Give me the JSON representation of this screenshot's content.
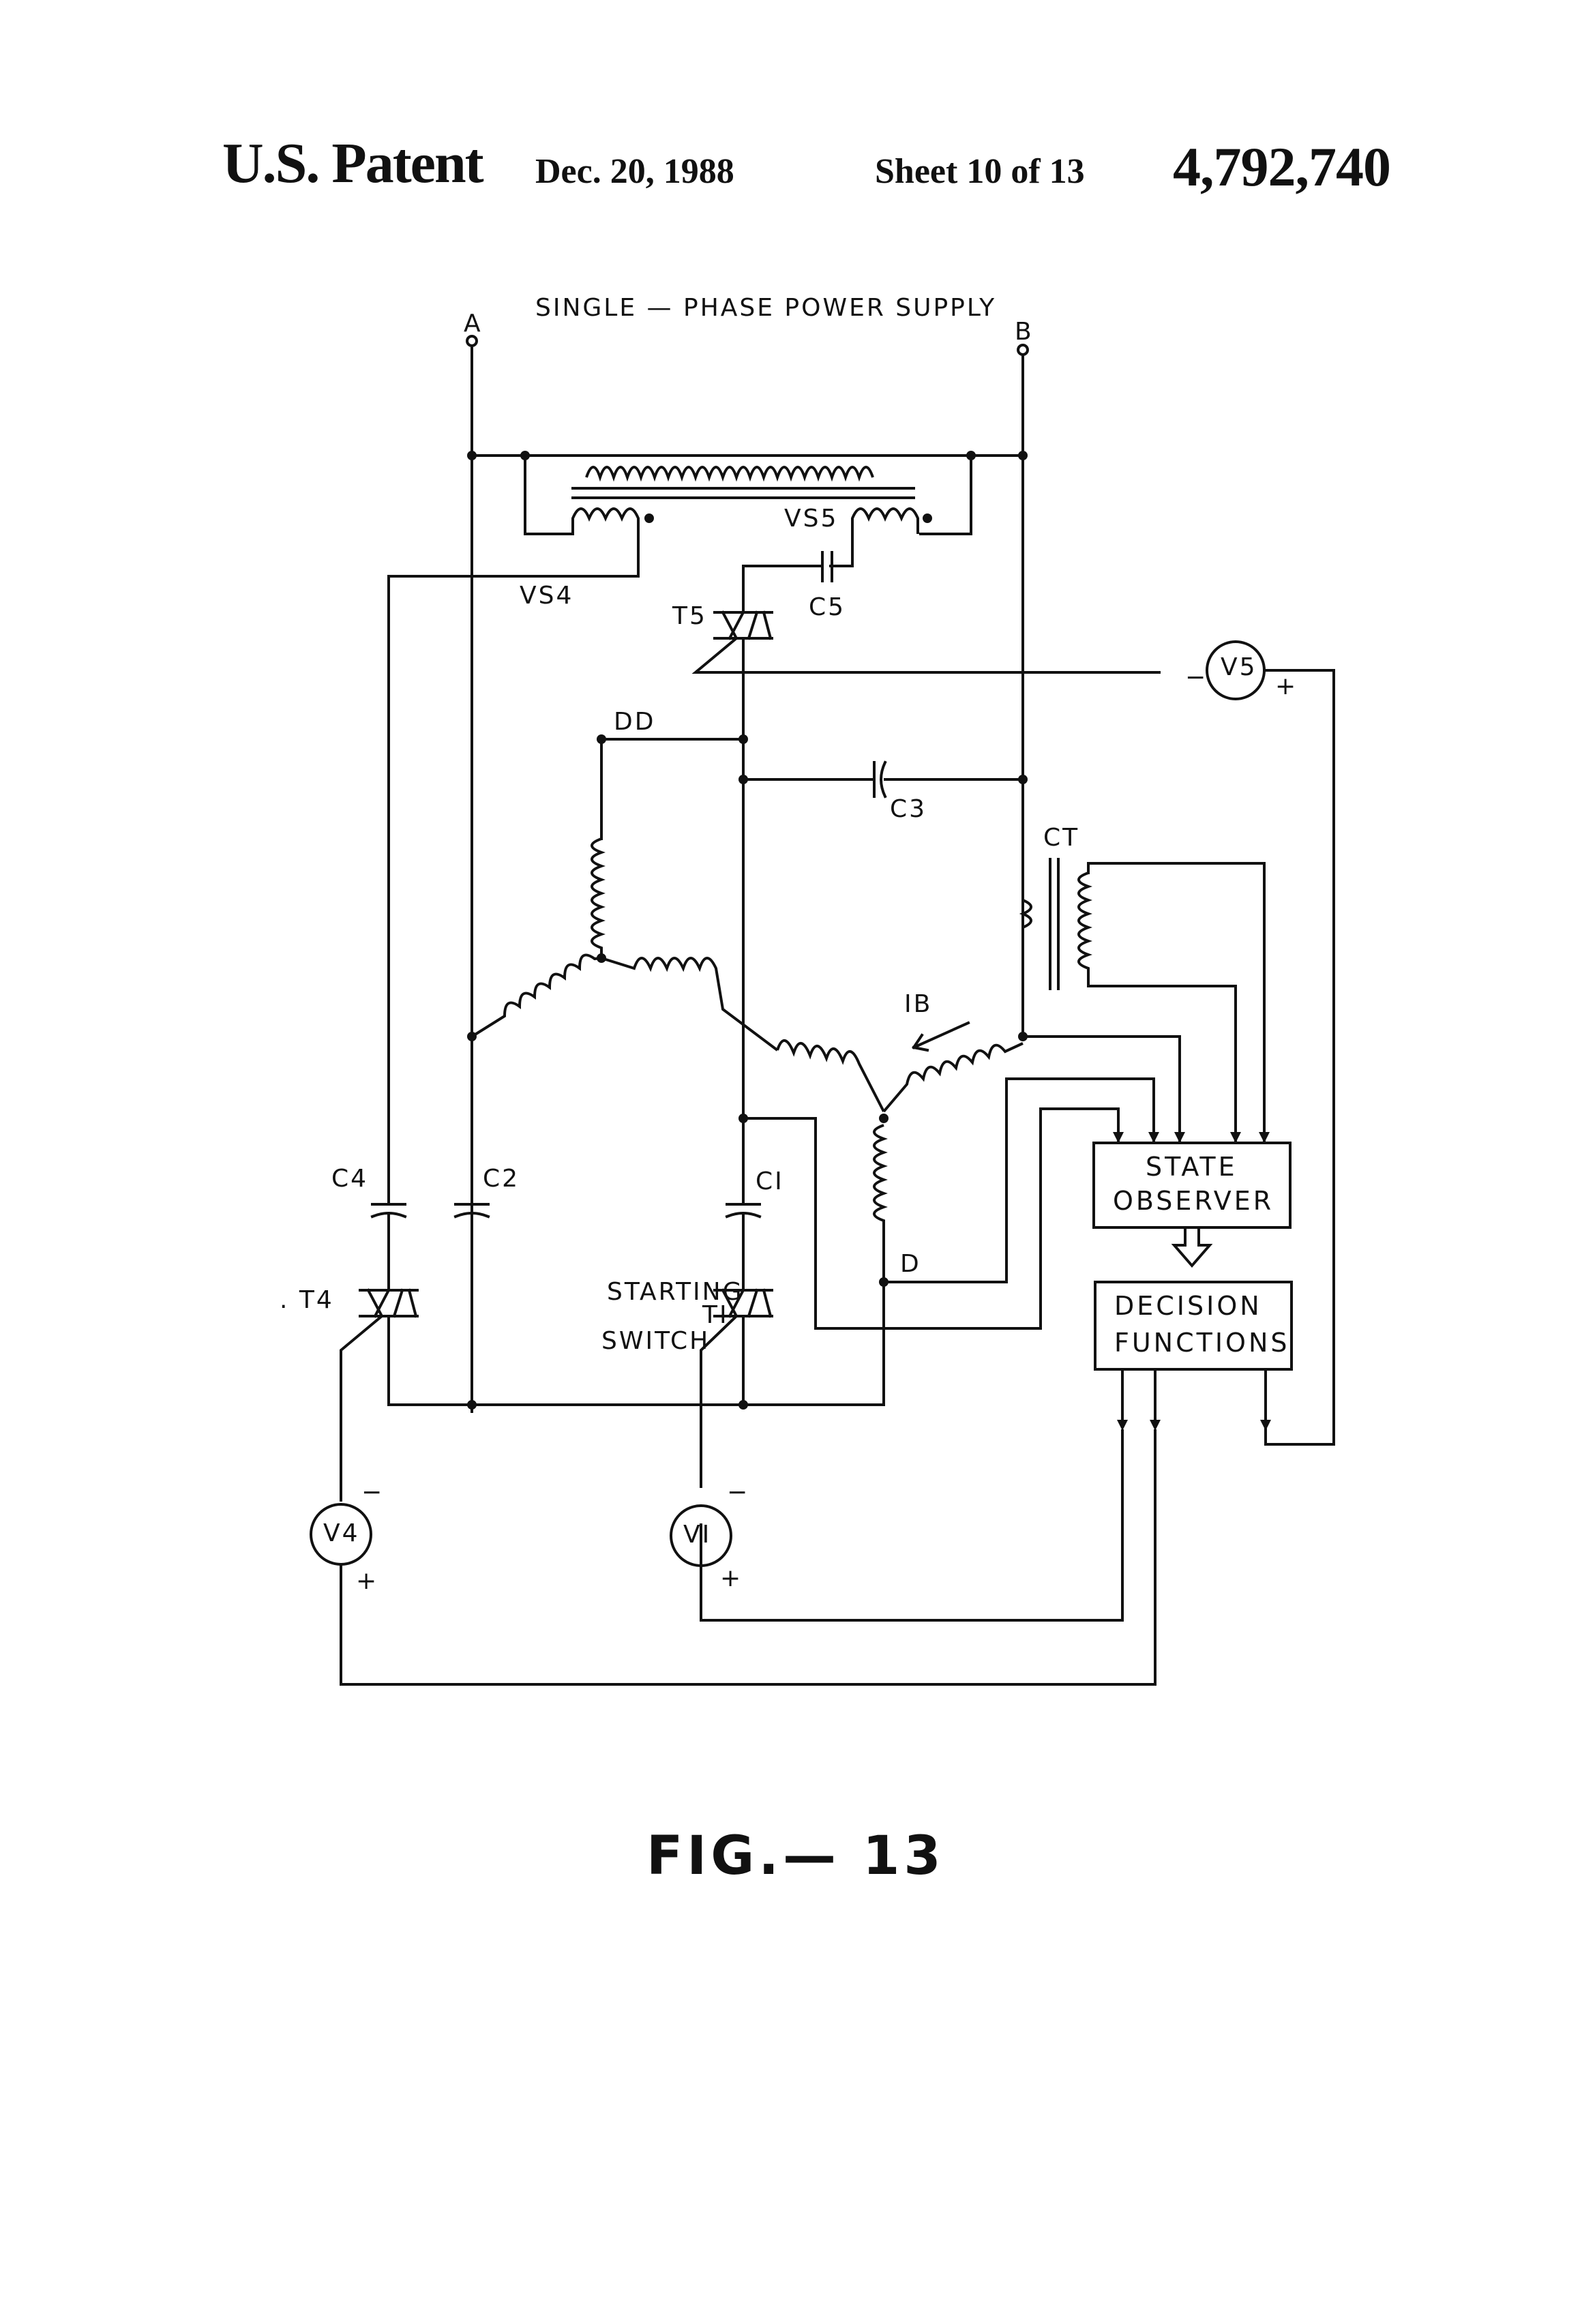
{
  "header": {
    "title": "U.S. Patent",
    "date": "Dec. 20, 1988",
    "sheet": "Sheet 10 of 13",
    "patent_number": "4,792,740"
  },
  "diagram": {
    "supply_label": "SINGLE — PHASE   POWER SUPPLY",
    "terminal_a": "A",
    "terminal_b": "B",
    "vs4": "VS4",
    "vs5": "VS5",
    "c5": "C5",
    "t5": "T5",
    "v5": "V5",
    "dd": "DD",
    "c3": "C3",
    "ct": "CT",
    "ib": "IB",
    "c4": "C4",
    "c2": "C2",
    "c1": "CI",
    "d": "D",
    "t4": ". T4",
    "starting": "STARTING",
    "t1": "TI",
    "switch": "SWITCH",
    "v4": "V4",
    "v1": "VI",
    "state_observer_1": "STATE",
    "state_observer_2": "OBSERVER",
    "decision_1": "DECISION",
    "decision_2": "FUNCTIONS",
    "minus": "−",
    "plus": "+",
    "figure_label": "FIG.— 13"
  }
}
